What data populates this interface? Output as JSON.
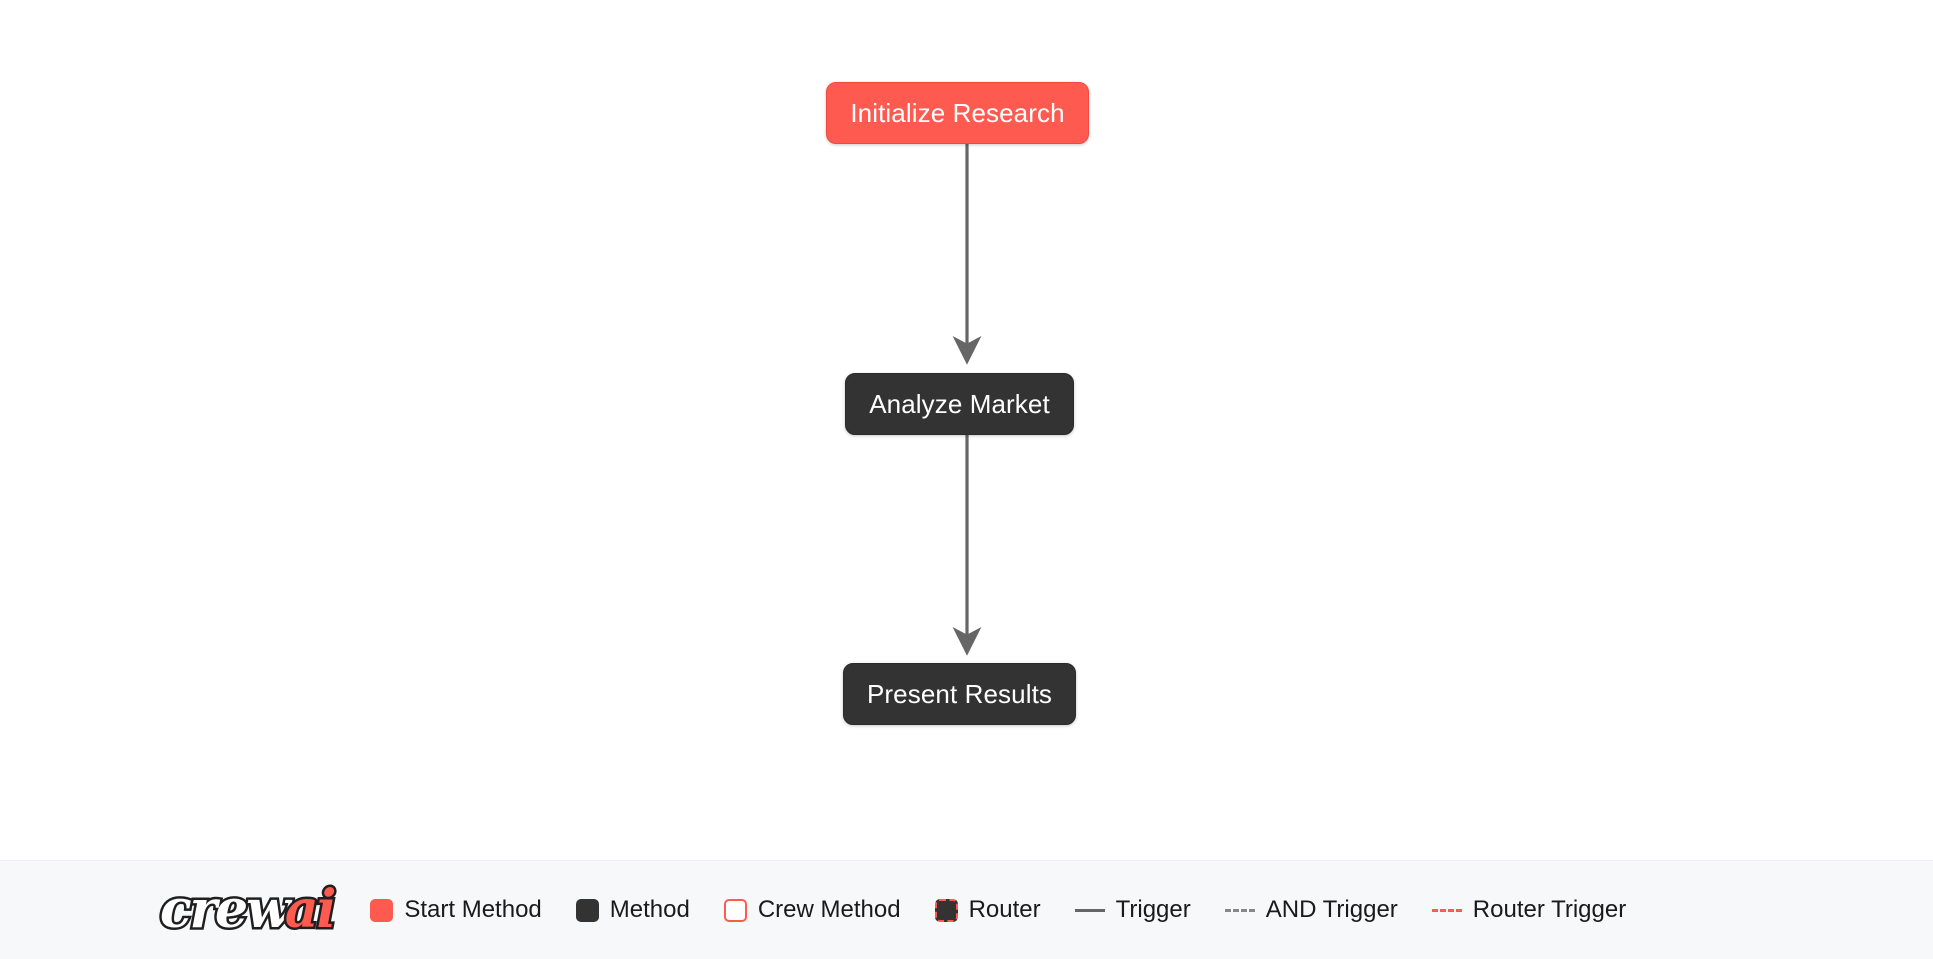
{
  "canvas": {
    "background": "#ffffff",
    "nodes": [
      {
        "id": "initialize-research",
        "label": "Initialize Research",
        "type": "start-method",
        "color": "#ff5a50"
      },
      {
        "id": "analyze-market",
        "label": "Analyze Market",
        "type": "method",
        "color": "#333333"
      },
      {
        "id": "present-results",
        "label": "Present Results",
        "type": "method",
        "color": "#333333"
      }
    ],
    "edges": [
      {
        "from": "initialize-research",
        "to": "analyze-market",
        "style": "trigger",
        "color": "#666666"
      },
      {
        "from": "analyze-market",
        "to": "present-results",
        "style": "trigger",
        "color": "#666666"
      }
    ]
  },
  "legend": {
    "background": "#f7f8fa",
    "logo": {
      "part1": "crew",
      "part2": "ai",
      "part1_color": "#ffffff",
      "part2_color": "#ff5a50"
    },
    "items": [
      {
        "name": "start-method",
        "label": "Start Method",
        "swatch": "filled-square",
        "color": "#ff5a50"
      },
      {
        "name": "method",
        "label": "Method",
        "swatch": "filled-square",
        "color": "#333333"
      },
      {
        "name": "crew-method",
        "label": "Crew Method",
        "swatch": "outline-square",
        "color": "#ff5a50"
      },
      {
        "name": "router",
        "label": "Router",
        "swatch": "dashed-square",
        "color": "#ff5a50"
      },
      {
        "name": "trigger",
        "label": "Trigger",
        "swatch": "solid-line",
        "color": "#666666"
      },
      {
        "name": "and-trigger",
        "label": "AND Trigger",
        "swatch": "dashed-line",
        "color": "#888888"
      },
      {
        "name": "router-trigger",
        "label": "Router Trigger",
        "swatch": "dashed-line",
        "color": "#ff5a50"
      }
    ]
  }
}
